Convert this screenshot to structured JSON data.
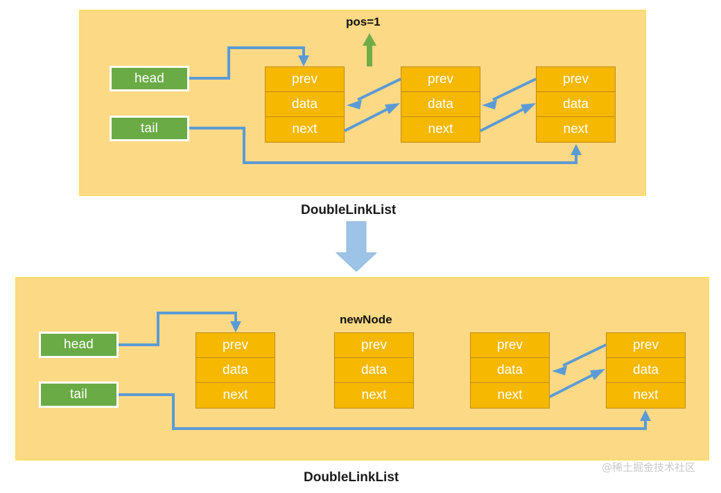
{
  "diagram": {
    "title_top": "DoubleLinkList",
    "title_bottom": "DoubleLinkList",
    "watermark": "@稀土掘金技术社区",
    "colors": {
      "panel_bg": "#FCD985",
      "panel_border": "#F2E14C",
      "pointer_box": "#6AAB46",
      "node_fill": "#F6B800",
      "node_border": "#C08A10",
      "wire": "#5B9BD5",
      "pos_arrow": "#70AD47",
      "transition_arrow": "#9DC3E6"
    }
  },
  "top": {
    "panel_label": "DoubleLinkList",
    "pos_label": "pos=1",
    "pointers": [
      {
        "label": "head"
      },
      {
        "label": "tail"
      }
    ],
    "nodes": [
      {
        "cells": [
          "prev",
          "data",
          "next"
        ]
      },
      {
        "cells": [
          "prev",
          "data",
          "next"
        ]
      },
      {
        "cells": [
          "prev",
          "data",
          "next"
        ]
      }
    ]
  },
  "bottom": {
    "panel_label": "DoubleLinkList",
    "new_node_label": "newNode",
    "pointers": [
      {
        "label": "head"
      },
      {
        "label": "tail"
      }
    ],
    "nodes": [
      {
        "cells": [
          "prev",
          "data",
          "next"
        ]
      },
      {
        "cells": [
          "prev",
          "data",
          "next"
        ]
      },
      {
        "cells": [
          "prev",
          "data",
          "next"
        ]
      },
      {
        "cells": [
          "prev",
          "data",
          "next"
        ]
      }
    ]
  }
}
